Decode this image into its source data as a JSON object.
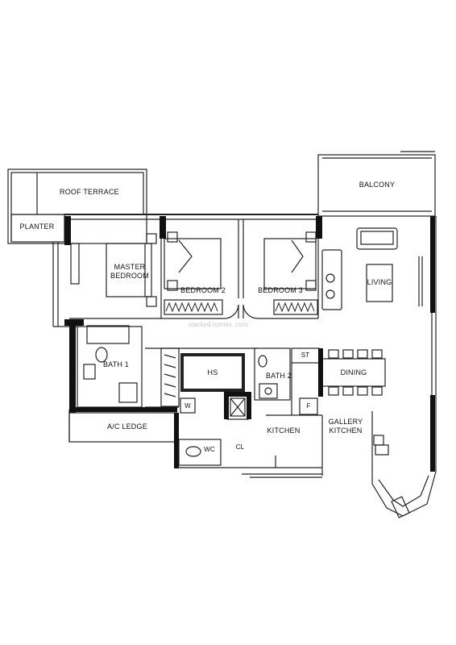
{
  "rooms": {
    "roof_terrace": "ROOF TERRACE",
    "balcony": "BALCONY",
    "planter": "PLANTER",
    "master_bedroom_line1": "MASTER",
    "master_bedroom_line2": "BEDROOM",
    "bedroom2": "BEDROOM 2",
    "bedroom3": "BEDROOM 3",
    "living": "LIVING",
    "bath1": "BATH 1",
    "hs": "HS",
    "bath2": "BATH 2",
    "st": "ST",
    "dining": "DINING",
    "w": "W",
    "f": "F",
    "ac_ledge": "A/C LEDGE",
    "kitchen": "KITCHEN",
    "gallery_line1": "GALLERY",
    "gallery_line2": "KITCHEN",
    "wc": "WC",
    "cl": "CL"
  },
  "watermark": "stacked homes .com"
}
